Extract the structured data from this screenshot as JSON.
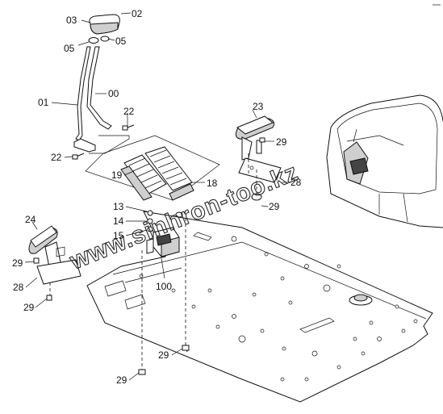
{
  "labels": {
    "p03": "03",
    "p02": "02",
    "p05a": "05",
    "p05b": "05",
    "p00": "00",
    "p01": "01",
    "p22a": "22",
    "p22b": "22",
    "p23": "23",
    "p29a": "29",
    "p19": "19",
    "p18": "18",
    "p28a": "28",
    "p29b": "29",
    "p13": "13",
    "p14": "14",
    "p15": "15",
    "p24": "24",
    "p29c": "29",
    "p28b": "28",
    "p100": "100",
    "p29d": "29",
    "p29e": "29",
    "p29f": "29"
  },
  "watermark": "www.sinhron-too.kz"
}
